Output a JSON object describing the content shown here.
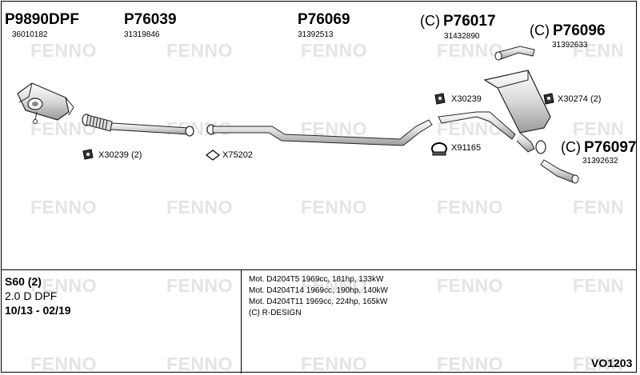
{
  "watermark": {
    "text": "FENNO"
  },
  "parts": [
    {
      "id": "p9890dpf",
      "prefix": "",
      "number": "P9890DPF",
      "code": "36010182"
    },
    {
      "id": "p76039",
      "prefix": "",
      "number": "P76039",
      "code": "31319846"
    },
    {
      "id": "p76069",
      "prefix": "",
      "number": "P76069",
      "code": "31392513"
    },
    {
      "id": "p76017",
      "prefix": "(C)",
      "number": "P76017",
      "code": "31432890"
    },
    {
      "id": "p76096",
      "prefix": "(C)",
      "number": "P76096",
      "code": "31392633"
    },
    {
      "id": "p76097",
      "prefix": "(C)",
      "number": "P76097",
      "code": "31392632"
    }
  ],
  "accessories": [
    {
      "id": "x30239-2",
      "label": "X30239 (2)"
    },
    {
      "id": "x75202",
      "label": "X75202"
    },
    {
      "id": "x30239",
      "label": "X30239"
    },
    {
      "id": "x30274-2",
      "label": "X30274 (2)"
    },
    {
      "id": "x91165",
      "label": "X91165"
    }
  ],
  "vehicle": {
    "model": "S60 (2)",
    "engine_type": "2.0 D DPF",
    "production": "10/13 - 02/19"
  },
  "engines": [
    "Mot. D4204T5 1969cc, 181hp, 133kW",
    "Mot. D4204T14 1969cc, 190hp, 140kW",
    "Mot. D4204T11 1969cc, 224hp, 165kW",
    "(C) R-DESIGN"
  ],
  "reference": "VO1203"
}
